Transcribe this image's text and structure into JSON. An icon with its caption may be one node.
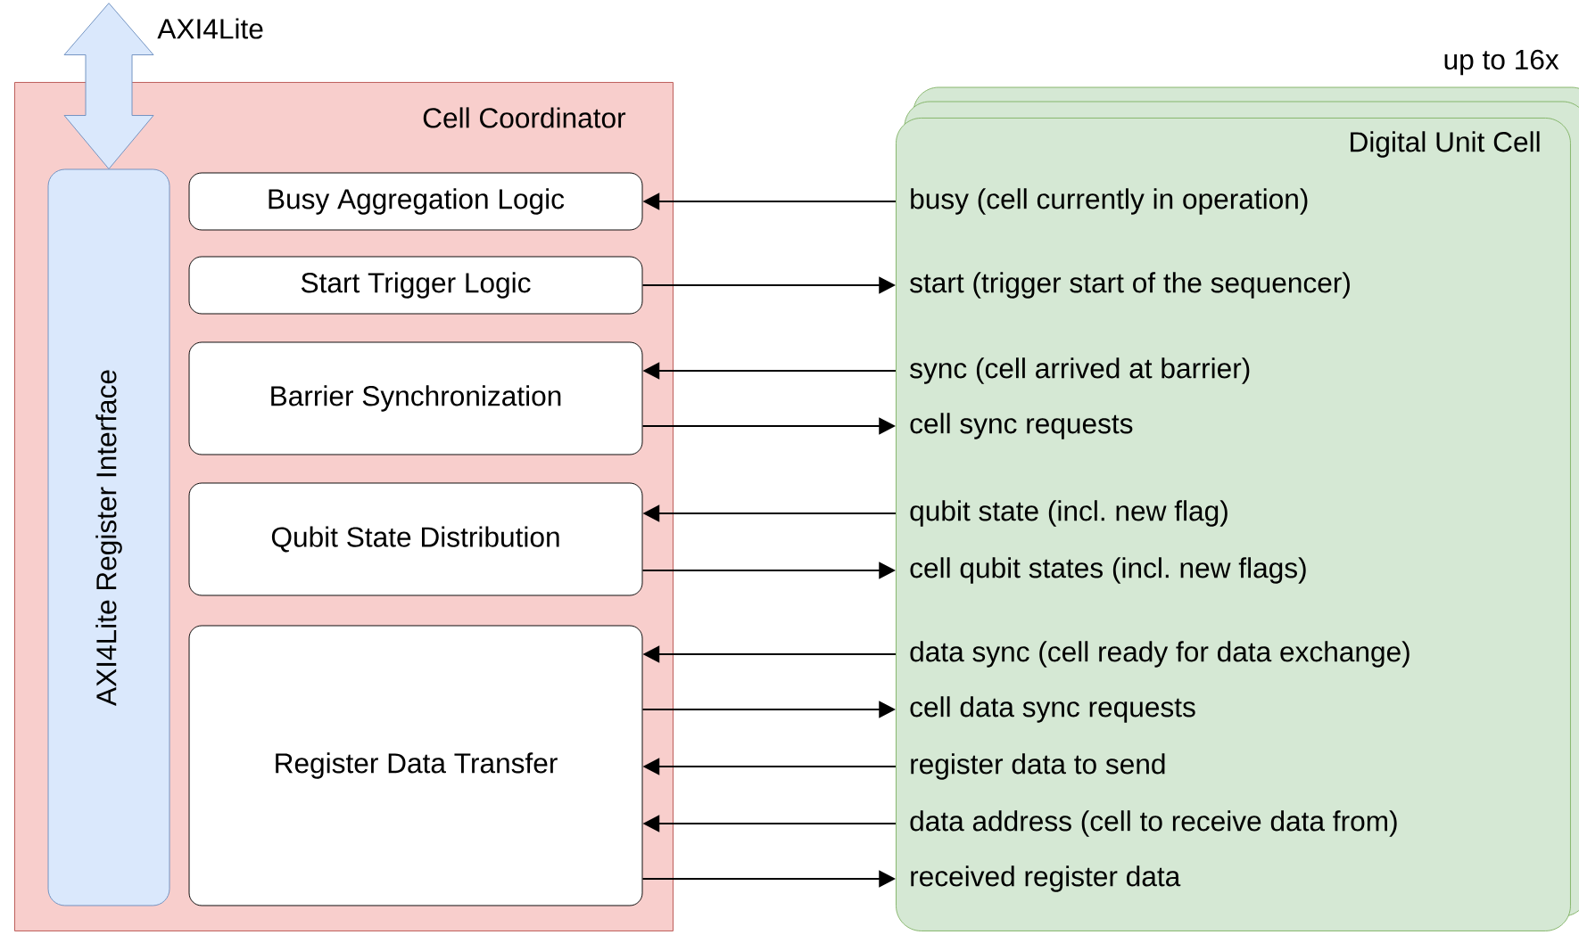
{
  "diagram": {
    "nodes": [
      {
        "text": [
          "Cell Coordinator"
        ]
      },
      {
        "text": [
          "AXI4Lite Register Interface"
        ],
        "in": 0
      },
      {
        "text": [
          "Busy Aggregation Logic"
        ],
        "in": 0
      },
      {
        "text": [
          "Start Trigger Logic"
        ],
        "in": 0
      },
      {
        "text": [
          "Barrier Synchronization"
        ],
        "in": 0
      },
      {
        "text": [
          "Qubit State Distribution"
        ],
        "in": 0
      },
      {
        "text": [
          "Register Data Transfer"
        ],
        "in": 0
      },
      {
        "text": [
          "Digital Unit Cell"
        ],
        "beside": [
          "up to 16x"
        ]
      },
      {
        "text": [
          "busy (cell currently in operation)"
        ],
        "in": 7
      },
      {
        "text": [
          "start (trigger start of the sequencer)"
        ],
        "in": 7
      },
      {
        "text": [
          "sync (cell arrived at barrier)"
        ],
        "in": 7
      },
      {
        "text": [
          "cell sync requests"
        ],
        "in": 7
      },
      {
        "text": [
          "qubit state (incl. new flag)"
        ],
        "in": 7
      },
      {
        "text": [
          "cell qubit states (incl. new flags)"
        ],
        "in": 7
      },
      {
        "text": [
          "data sync (cell ready for data exchange)"
        ],
        "in": 7
      },
      {
        "text": [
          "cell data sync requests"
        ],
        "in": 7
      },
      {
        "text": [
          "register data to send"
        ],
        "in": 7
      },
      {
        "text": [
          "data address (cell to receive data from)"
        ],
        "in": 7
      },
      {
        "text": [
          "received register data"
        ],
        "in": 7
      }
    ],
    "edges": [
      {
        "from": null,
        "to": 1,
        "arrow": "both"
      },
      {
        "from": 8,
        "to": 2,
        "arrow": "to"
      },
      {
        "from": 3,
        "to": 9,
        "arrow": "to"
      },
      {
        "from": 10,
        "to": 4,
        "arrow": "to"
      },
      {
        "from": 4,
        "to": 11,
        "arrow": "to"
      },
      {
        "from": 12,
        "to": 5,
        "arrow": "to"
      },
      {
        "from": 5,
        "to": 13,
        "arrow": "to"
      },
      {
        "from": 14,
        "to": 6,
        "arrow": "to"
      },
      {
        "from": 6,
        "to": 15,
        "arrow": "to"
      },
      {
        "from": 16,
        "to": 6,
        "arrow": "to"
      },
      {
        "from": 17,
        "to": 6,
        "arrow": "to"
      },
      {
        "from": 6,
        "to": 18,
        "arrow": "to"
      }
    ],
    "labels": [
      "AXI4Lite"
    ]
  }
}
